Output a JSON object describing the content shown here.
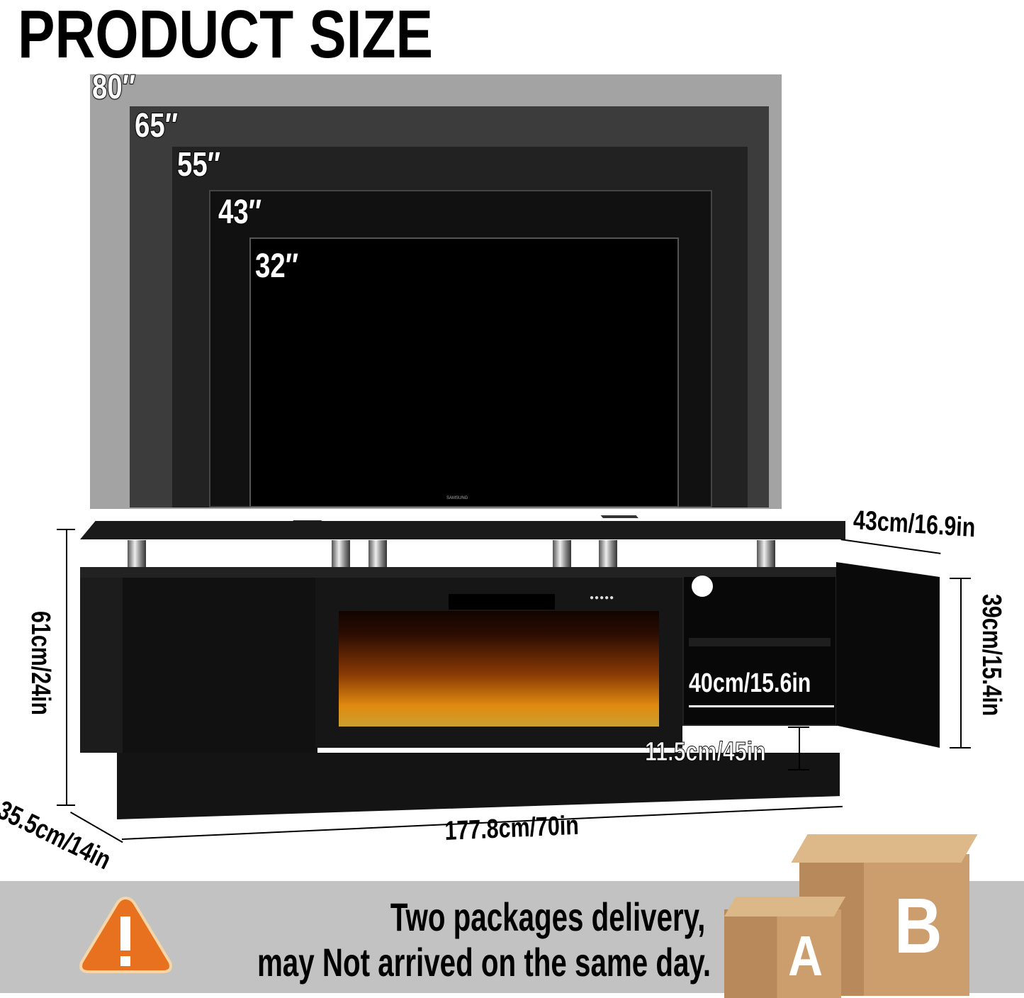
{
  "title": "PRODUCT SIZE",
  "tv_sizes": [
    {
      "label": "80″",
      "color": "#a3a3a3"
    },
    {
      "label": "65″",
      "color": "#3c3c3c"
    },
    {
      "label": "55″",
      "color": "#222222"
    },
    {
      "label": "43″",
      "color": "#111111"
    },
    {
      "label": "32″",
      "color": "#000000"
    }
  ],
  "tv_brand": "SAMSUNG",
  "dimensions": {
    "shelf_depth": "43cm/16.9in",
    "cabinet_height": "39cm/15.4in",
    "total_height": "61cm/24in",
    "cabinet_width": "40cm/15.6in",
    "base_height": "11.5cm/45in",
    "depth": "35.5cm/14in",
    "total_width": "177.8cm/70in"
  },
  "banner": {
    "line1": "Two packages delivery,",
    "line2": "may Not arrived on the same day.",
    "box_a": "A",
    "box_b": "B",
    "warning_color": "#e8711f",
    "background": "#c2c2c2"
  }
}
